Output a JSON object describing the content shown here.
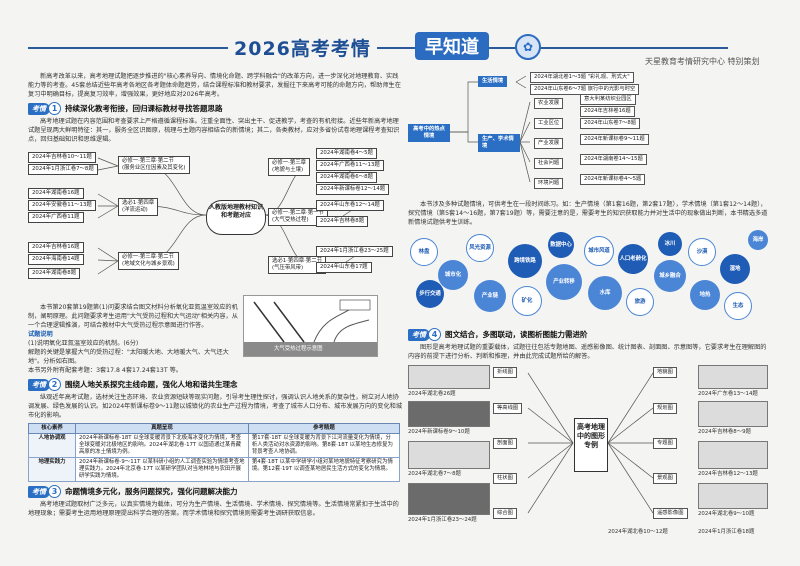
{
  "header": {
    "title": "2026高考考情",
    "badge": "早知道",
    "credit": "天星教育考情研究中心 特别策划"
  },
  "intro": "新高考改革以来，高考地理试题把逐步推进的\"核心素养导向、情境化命题、跨学科融合\"的改革方向，进一步深化对地理教育、实践能力等的考查。45套总结近些年高考各地区各考题体命题趋势，结合课程标准和教材要求，发掘往下来高考可能的命题方向，帮助师生在复习中明确目标，提高复习效率，增强效果，更好地应对2026年高考。",
  "sections": {
    "s1": {
      "tag": "考情",
      "num": "1",
      "title": "持续深化教考衔接，回归课标教材寻找答题思路"
    },
    "s2": {
      "tag": "考情",
      "num": "2",
      "title": "围绕人地关系探究主线命题，强化人地和谐共生理念"
    },
    "s3": {
      "tag": "考情",
      "num": "3",
      "title": "命题情境多元化，服务问题探究，强化问题解决能力"
    },
    "s4": {
      "tag": "考情",
      "num": "4",
      "title": "图文结合，多图联动，读图析图能力需进阶"
    }
  },
  "s1_text": "高考地理试题在内容范围和考查要求上严格遵循课程标准。注重全面性、突出主干、促进教学，考查的有机衔接。近些年新高考地理试题呈现两大鲜明特征：其一，服务全区识图原，梳理与主题内容相结合的新情境；其二，各类教材，应对多省份试卷地理课程考查知识点，回归基础知识和思维逻辑。",
  "mindmap": {
    "hub": "人教版地理教材知识和考题对应",
    "left": [
      {
        "label": "2024年吉林卷10～11题"
      },
      {
        "label": "2024年1月浙江卷7～8题"
      },
      {
        "label": "必修一·第三章·第二节"
      },
      {
        "label": "(服务业区位因素及其变化)"
      },
      {
        "label": "2024年湖南卷16题"
      },
      {
        "label": "2024年安徽卷11～13题"
      },
      {
        "label": "2024年广西卷11题"
      },
      {
        "label": "选必1·第四章"
      },
      {
        "label": "(洋流运动)"
      },
      {
        "label": "2024年吉林卷16题"
      },
      {
        "label": "2024年海南卷14题"
      },
      {
        "label": "必修一·第三章·第二节"
      },
      {
        "label": "(地域文化与城乡景观)"
      },
      {
        "label": "2024年湖南卷8题"
      }
    ],
    "right": [
      {
        "label": "2024年湖南卷4～5题"
      },
      {
        "label": "2024年广西卷11～13题"
      },
      {
        "label": "2024年湖南卷6～8题"
      },
      {
        "label": "2024年新课标卷12～14题"
      },
      {
        "label": "必修一·第三章"
      },
      {
        "label": "(地貌与土壤)"
      },
      {
        "label": "必修一·第二章·第一节"
      },
      {
        "label": "(大气受热过程)"
      },
      {
        "label": "2024年山东卷12～14题"
      },
      {
        "label": "2024年吉林卷8题"
      },
      {
        "label": "选必1·第四章·第二节"
      },
      {
        "label": "(气压带风带)"
      },
      {
        "label": "2024年1月浙江卷23～25题"
      },
      {
        "label": "2024年山东卷17题"
      }
    ]
  },
  "s1_example": "本书第20套第19题第(1)问要求结合图文材料分析氧化亚氮温室效应的机制，阐明原理。此问题要求考生运用\"大气受热过程和大气运动\"相关内容，从一个合理逻辑推演，可结合教材中大气受热过程示意图进行作答。",
  "qa": {
    "title": "试题说明",
    "q": "(1)说明氧化亚氮温室效应的机制。(6分)",
    "hint": "解题的关键是掌握大气的受热过程：\"太阳暖大地、大地暖大气、大气还大地\"。分析如右图。",
    "ref_label": "本书另外附有配套考题：",
    "ref": "3套17.8 4套17.24套13T 等。"
  },
  "diagram": {
    "caption": "大气受热过程示意图"
  },
  "s2_text": "纵观近年高考试题，选材关注生态环境、农业资源短缺等现实问题，引导考生理性探讨，强调认识人地关系的复杂性，树立对人地协调发展、绿色发展的认识。如2024年新课标卷9～11题以城镇化的农业生产过程为情境，考查了城市人口分布、城市发展方向的变化和城市化的影响。",
  "table": {
    "headers": [
      "核心素养",
      "真题呈现",
      "参考精题"
    ],
    "rows": [
      {
        "k": "人地协调观",
        "a": "2024年新课标卷·18T 以全球变暖背景下北极海冰变化为情境，考查全球变暖对北极地区的影响。2024年湖北卷·17T 以国道通过某青藏高原的冻土情境为例。",
        "b": "第17套·18T 以全球变暖为背景下江河流量变化为情境，分析人类活动对水资源的影响。第8套·18T 以某地生态修复为背景考查人地协调。"
      },
      {
        "k": "地理实践力",
        "a": "2024年新课标卷·9～11T 以某科研小组的人工调查实验为情境考查地理实践力。2024年北京卷·17T 以某研学团队对当地林地与农田开展研学实践为情境。",
        "b": "第4套·18T 以某中学研学小组对某地地貌特征考察研究为情境。第12套·19T 以调查某地居民生活方式的变化为情境。"
      }
    ]
  },
  "s3_text": "高考地理试题取材广泛多元，以真实情境为载体，可分为生产情境、生活情境、学术情境、探究情境等。生活情境常紧扣于生活中的地理现象；需要考生运用地理原理提出科学合理的答案。而学术情境和探究情境则需要考生调研获取信息。",
  "right_tree": {
    "center": "高考中的热点情境",
    "branches": [
      {
        "label": "生活情境",
        "items": [
          "2024年湖北卷1～3题 \"彩礼观、刑式大\"",
          "2024年山东卷6～7题 旅行中的光影与时空"
        ]
      },
      {
        "label": "生产、学术情境",
        "items": [
          "意大利某纺织业园区",
          "2024年吉林卷16题",
          "2024年山东卷7～8题",
          "2024年新课标卷9～11题",
          "2024年湖南卷14～15题",
          "2024年新课标卷4～5题"
        ]
      }
    ],
    "sub": [
      "农业发展",
      "工业区位",
      "产业发展",
      "社会问题",
      "环境问题"
    ]
  },
  "right_text": "本书涉及多种试题情境，可供考生在一段时间练习。如：生产情境（第1套16题，第2套17题），学术情境（第1套12～14题），探究情境（第5套14～16题，第7套19题）等，需要注意的是，需要考生的知识获取能力并对生活中的现象做出判断，本书精选多道新情境试题供考生训练。",
  "bubbles": [
    {
      "t": "林盘"
    },
    {
      "t": "城市化"
    },
    {
      "t": "步行交通"
    },
    {
      "t": "风光资源"
    },
    {
      "t": "产业链"
    },
    {
      "t": "跨境铁路"
    },
    {
      "t": "矿化"
    },
    {
      "t": "产业转移"
    },
    {
      "t": "数据中心"
    },
    {
      "t": "城市风道"
    },
    {
      "t": "水库"
    },
    {
      "t": "人口老龄化"
    },
    {
      "t": "旅游"
    },
    {
      "t": "城乡融合"
    },
    {
      "t": "冰川"
    },
    {
      "t": "沙漠"
    },
    {
      "t": "地热"
    },
    {
      "t": "湿地"
    },
    {
      "t": "生态"
    },
    {
      "t": "海岸"
    }
  ],
  "s4_text": "图形是高考地理试题的重要载体，试题往往包括专题地图、遥感影像图、统计图表、剖面图、示意图等，它要求考生在理解图的内容的前提下进行分析、判断和推理，并由此完成试题所给的解答。",
  "s4_center": "高考地理中的图形专例",
  "s4_nodes": {
    "left": [
      "折线图",
      "等高线图",
      "剖面图",
      "柱状图",
      "综合图"
    ],
    "right": [
      "地貌图",
      "规划图",
      "专题图",
      "景观图",
      "遥感影像图"
    ]
  },
  "s4_caps": [
    "2024年湖北卷26题",
    "2024年新课标卷9～10题",
    "2024年湖北卷7～8题",
    "2024年1月浙江卷23～24题",
    "2024年广东卷13～14题",
    "2024年吉林卷8～9题",
    "2024年吉林卷12～13题",
    "2024年湖北卷9～10题",
    "2024年湖北卷10～12题",
    "2024年1月浙江卷18题"
  ]
}
